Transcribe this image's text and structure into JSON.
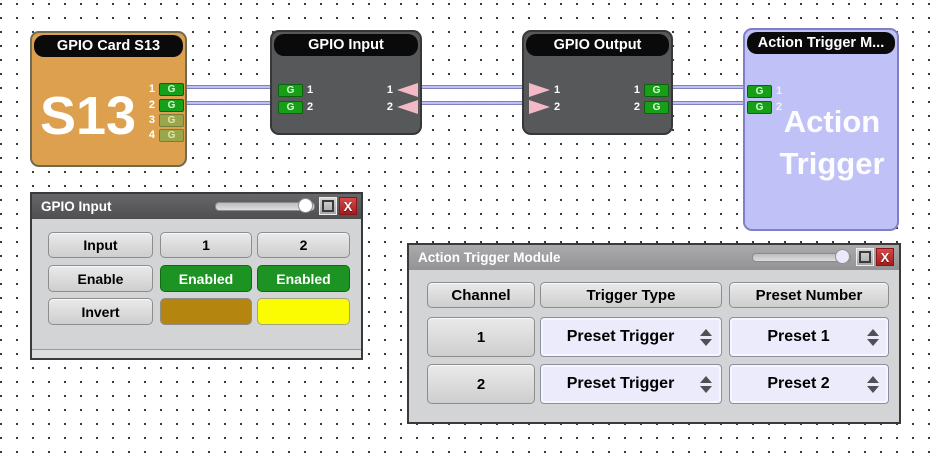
{
  "labels": {
    "g": "G"
  },
  "nodes": {
    "gpio_card": {
      "title": "GPIO Card S13",
      "big_label": "S13",
      "ports": [
        {
          "num": "1",
          "state": "on"
        },
        {
          "num": "2",
          "state": "on"
        },
        {
          "num": "3",
          "state": "off"
        },
        {
          "num": "4",
          "state": "off"
        }
      ]
    },
    "gpio_input": {
      "title": "GPIO Input",
      "left_ports": [
        {
          "num": "1"
        },
        {
          "num": "2"
        }
      ],
      "right_ports": [
        {
          "num": "1"
        },
        {
          "num": "2"
        }
      ]
    },
    "gpio_output": {
      "title": "GPIO Output",
      "left_ports": [
        {
          "num": "1"
        },
        {
          "num": "2"
        }
      ],
      "right_ports": [
        {
          "num": "1"
        },
        {
          "num": "2"
        }
      ]
    },
    "action_trigger": {
      "title": "Action Trigger M...",
      "big_label_line1": "Action",
      "big_label_line2": "Trigger",
      "ports": [
        {
          "num": "1"
        },
        {
          "num": "2"
        }
      ]
    }
  },
  "windows": {
    "gpio_input": {
      "title": "GPIO Input",
      "close_label": "X",
      "table": {
        "header": [
          "Input",
          "1",
          "2"
        ],
        "rows": [
          {
            "label": "Enable",
            "cells": [
              "Enabled",
              "Enabled"
            ]
          },
          {
            "label": "Invert",
            "cells": [
              "",
              ""
            ]
          }
        ]
      }
    },
    "action_trigger": {
      "title": "Action Trigger Module",
      "close_label": "X",
      "table": {
        "header": [
          "Channel",
          "Trigger Type",
          "Preset Number"
        ],
        "rows": [
          {
            "channel": "1",
            "trigger_type": "Preset Trigger",
            "preset_number": "Preset 1"
          },
          {
            "channel": "2",
            "trigger_type": "Preset Trigger",
            "preset_number": "Preset 2"
          }
        ]
      }
    }
  },
  "colors": {
    "card_orange": "#dda04f",
    "node_dark": "#565859",
    "node_lavender": "#c0c1f7",
    "port_green": "#17a017",
    "port_olive": "#9aa64a",
    "wire": "#c0c0ea",
    "enabled_green": "#1d9323",
    "invert_brown": "#b5860f",
    "invert_yellow": "#fbfb02",
    "title_dark": "#58585a",
    "title_light": "#9d9fa1",
    "close_red": "#b02020"
  }
}
